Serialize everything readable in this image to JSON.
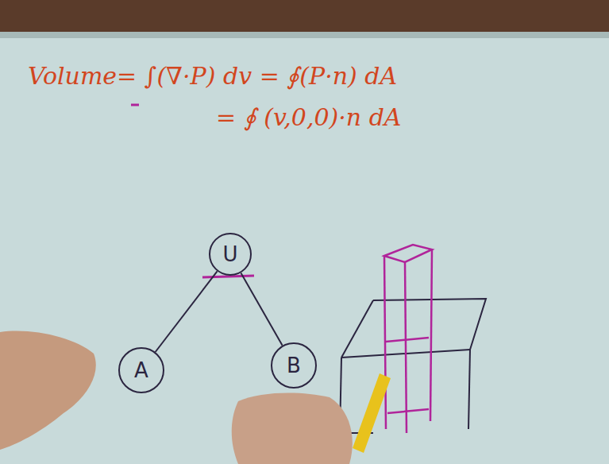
{
  "diagram": {
    "nodes": [
      {
        "text": [
          "U"
        ]
      },
      {
        "text": [
          "A"
        ]
      },
      {
        "text": [
          "B"
        ]
      }
    ],
    "edges": [
      {
        "from": 0,
        "to": 1,
        "arrow": "none"
      },
      {
        "from": 0,
        "to": 2,
        "arrow": "none"
      }
    ],
    "labels": [
      "Volume= ∫(∇·P) dv = ∮(P·n) dA",
      "= ∮ (v,0,0)·n dA"
    ]
  }
}
